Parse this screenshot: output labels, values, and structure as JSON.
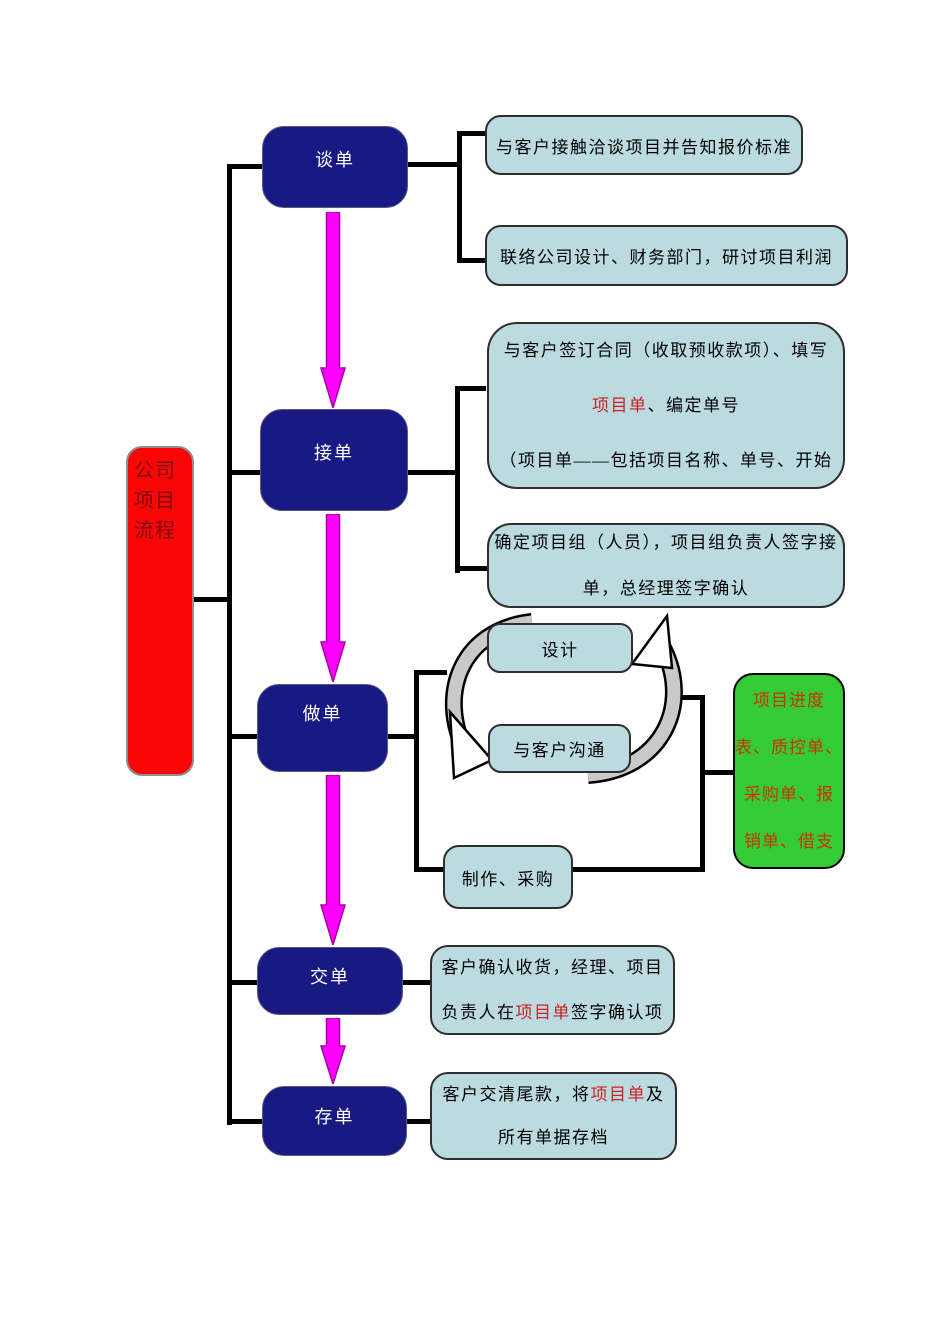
{
  "diagram": {
    "root": {
      "label": "公司项目流程"
    },
    "stages": [
      {
        "label": "谈单"
      },
      {
        "label": "接单"
      },
      {
        "label": "做单"
      },
      {
        "label": "交单"
      },
      {
        "label": "存单"
      }
    ],
    "tandan_details": [
      {
        "text": "与客户接触洽谈项目并告知报价标准"
      },
      {
        "text": "联络公司设计、财务部门，研讨项目利润"
      }
    ],
    "jiedan_main": {
      "line1": "与客户签订合同（收取预收款项）、填写",
      "line2_red": "项目单",
      "line2_rest": "、编定单号",
      "line3": "（项目单——包括项目名称、单号、开始"
    },
    "jiedan_confirm": {
      "line1": "确定项目组（人员），项目组负责人签字接",
      "line2": "单，总经理签字确认"
    },
    "cycle": {
      "design": "设计",
      "communicate": "与客户沟通"
    },
    "production": {
      "text": "制作、采购"
    },
    "documents": {
      "lines": [
        "项目进度",
        "表、质控单、",
        "采购单、报",
        "销单、借支"
      ]
    },
    "jiaodan_detail": {
      "line1": "客户确认收货，经理、项目",
      "line2_pre": "负责人在",
      "line2_red": "项目单",
      "line2_post": "签字确认项"
    },
    "cundan_detail": {
      "line1_pre": "客户交清尾款，将",
      "line1_red": "项目单",
      "line1_post": "及",
      "line2": "所有单据存档"
    },
    "colors": {
      "stage_fill": "#191984",
      "detail_fill": "#bcdbe1",
      "root_fill": "#fb0606",
      "documents_fill": "#35cb35",
      "flow_arrow": "#ff00ff",
      "highlight_text": "#cc2222",
      "documents_text": "#cc3300",
      "connector": "#000000"
    }
  }
}
